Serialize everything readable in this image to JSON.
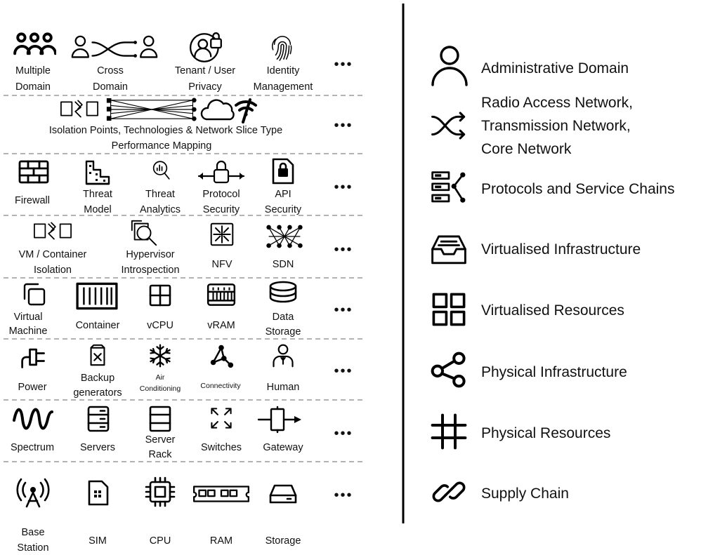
{
  "layers": [
    {
      "items": [
        {
          "icon": "people-group-icon",
          "label": [
            "Multiple",
            "Domain"
          ]
        },
        {
          "icon": "cross-domain-icon",
          "label": [
            "Cross",
            "Domain"
          ]
        },
        {
          "icon": "user-lock-icon",
          "label": [
            "Tenant / User",
            "Privacy"
          ]
        },
        {
          "icon": "fingerprint-icon",
          "label": [
            "Identity",
            "Management"
          ]
        }
      ]
    },
    {
      "items": [
        {
          "icon": "isolation-slice-icon",
          "label": [
            "Isolation Points, Technologies & Network Slice Type",
            "Performance  Mapping"
          ]
        }
      ]
    },
    {
      "items": [
        {
          "icon": "firewall-icon",
          "label": [
            "Firewall"
          ]
        },
        {
          "icon": "threat-model-icon",
          "label": [
            "Threat",
            "Model"
          ]
        },
        {
          "icon": "threat-analytics-icon",
          "label": [
            "Threat",
            "Analytics"
          ]
        },
        {
          "icon": "protocol-lock-icon",
          "label": [
            "Protocol",
            "Security"
          ]
        },
        {
          "icon": "api-security-icon",
          "label": [
            "API",
            "Security"
          ]
        }
      ]
    },
    {
      "items": [
        {
          "icon": "vm-isolation-icon",
          "label": [
            "VM / Container",
            "Isolation"
          ]
        },
        {
          "icon": "hypervisor-inspect-icon",
          "label": [
            "Hypervisor",
            "Introspection"
          ]
        },
        {
          "icon": "nfv-icon",
          "label": [
            "NFV"
          ]
        },
        {
          "icon": "sdn-icon",
          "label": [
            "SDN"
          ]
        }
      ]
    },
    {
      "items": [
        {
          "icon": "virtual-machine-icon",
          "label": [
            "Virtual",
            "Machine"
          ]
        },
        {
          "icon": "container-icon",
          "label": [
            "Container"
          ]
        },
        {
          "icon": "vcpu-icon",
          "label": [
            "vCPU"
          ]
        },
        {
          "icon": "vram-icon",
          "label": [
            "vRAM"
          ]
        },
        {
          "icon": "data-storage-icon",
          "label": [
            "Data",
            "Storage"
          ]
        }
      ]
    },
    {
      "items": [
        {
          "icon": "power-plug-icon",
          "label": [
            "Power"
          ]
        },
        {
          "icon": "backup-generator-icon",
          "label": [
            "Backup",
            "generators"
          ]
        },
        {
          "icon": "snowflake-icon",
          "label": [
            "Air",
            "Conditioning"
          ]
        },
        {
          "icon": "connectivity-icon",
          "label": [
            "Connectivity"
          ]
        },
        {
          "icon": "human-icon",
          "label": [
            "Human"
          ]
        }
      ]
    },
    {
      "items": [
        {
          "icon": "spectrum-wave-icon",
          "label": [
            "Spectrum"
          ]
        },
        {
          "icon": "servers-icon",
          "label": [
            "Servers"
          ]
        },
        {
          "icon": "server-rack-icon",
          "label": [
            "Server",
            "Rack"
          ]
        },
        {
          "icon": "switches-icon",
          "label": [
            "Switches"
          ]
        },
        {
          "icon": "gateway-icon",
          "label": [
            "Gateway"
          ]
        }
      ]
    },
    {
      "items": [
        {
          "icon": "base-station-icon",
          "label": [
            "Base",
            "Station"
          ]
        },
        {
          "icon": "sim-icon",
          "label": [
            "SIM"
          ]
        },
        {
          "icon": "cpu-icon",
          "label": [
            "CPU"
          ]
        },
        {
          "icon": "ram-icon",
          "label": [
            "RAM"
          ]
        },
        {
          "icon": "storage-drive-icon",
          "label": [
            "Storage"
          ]
        }
      ]
    }
  ],
  "more_indicator": "•••",
  "legend": [
    {
      "icon": "person-icon",
      "label": [
        "Administrative Domain"
      ]
    },
    {
      "icon": "shuffle-icon",
      "label": [
        "Radio Access Network,",
        "Transmission Network,",
        "Core Network"
      ]
    },
    {
      "icon": "chain-blocks-icon",
      "label": [
        "Protocols and Service Chains"
      ]
    },
    {
      "icon": "inbox-tray-icon",
      "label": [
        "Virtualised Infrastructure"
      ]
    },
    {
      "icon": "grid-four-icon",
      "label": [
        "Virtualised Resources"
      ]
    },
    {
      "icon": "share-nodes-icon",
      "label": [
        "Physical Infrastructure"
      ]
    },
    {
      "icon": "hash-icon",
      "label": [
        "Physical Resources"
      ]
    },
    {
      "icon": "link-chain-icon",
      "label": [
        "Supply Chain"
      ]
    }
  ]
}
